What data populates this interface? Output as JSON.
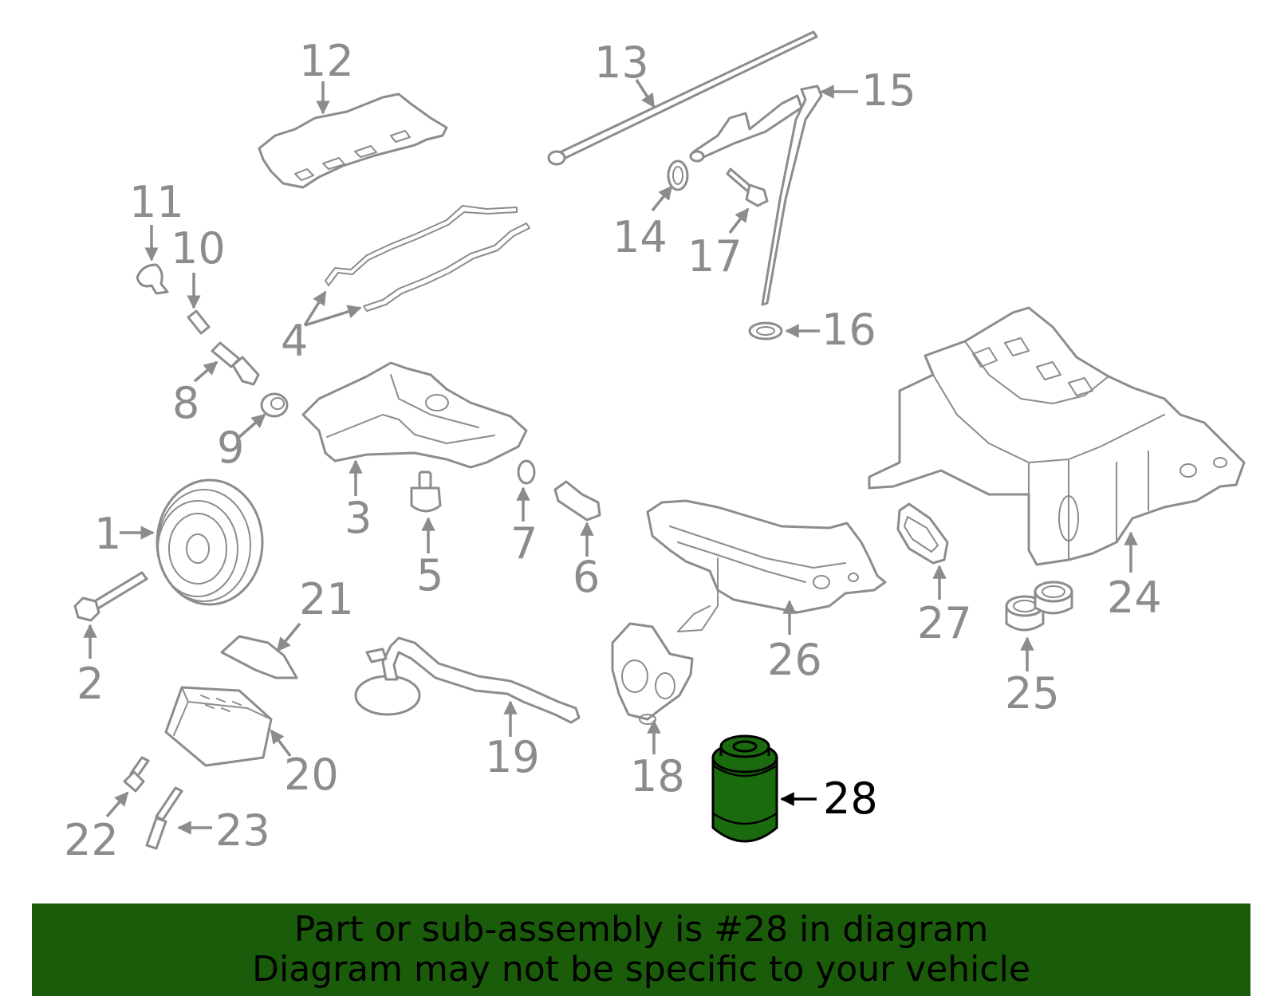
{
  "diagram": {
    "labels": [
      "1",
      "2",
      "3",
      "4",
      "5",
      "6",
      "7",
      "8",
      "9",
      "10",
      "11",
      "12",
      "13",
      "14",
      "15",
      "16",
      "17",
      "18",
      "19",
      "20",
      "21",
      "22",
      "23",
      "24",
      "25",
      "26",
      "27",
      "28"
    ],
    "highlighted_part": "28",
    "highlight_color": "#1a6b0e",
    "line_color": "#8c8c8c"
  },
  "banner": {
    "line1": "Part or sub-assembly is #28 in diagram",
    "line2": "Diagram may not be specific to your vehicle",
    "background": "#1a5c0a"
  }
}
